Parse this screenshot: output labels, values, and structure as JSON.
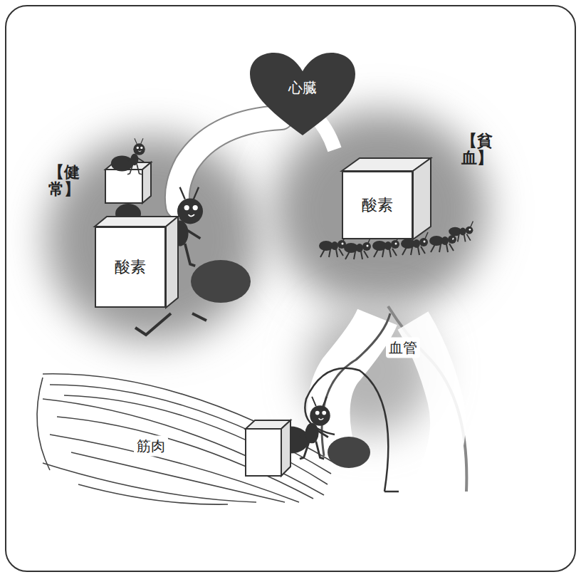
{
  "diagram": {
    "nodes": [
      {
        "text": [
          "心臓"
        ]
      },
      {
        "text": [
          "酸素"
        ]
      },
      {
        "text": [
          "酸素"
        ]
      }
    ],
    "labels": [
      "【健常】",
      "【貧血】",
      "血管",
      "筋肉"
    ]
  }
}
